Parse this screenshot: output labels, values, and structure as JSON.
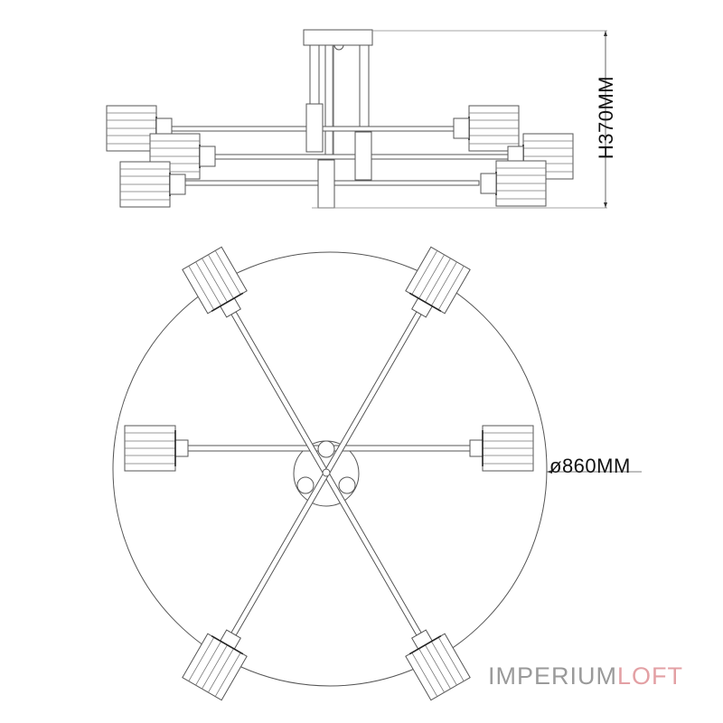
{
  "diagram": {
    "title": "Chandelier technical dimension drawing",
    "views": [
      "side-elevation",
      "top-plan"
    ],
    "arms_count": 6,
    "dimensions": {
      "height_label": "H370MM",
      "diameter_label": "ø860MM"
    },
    "brand": {
      "part1": "IMPERIUM",
      "part2": "LOFT",
      "part1_color": "#9a9a9a",
      "part2_color": "#e3a0a4"
    },
    "line_color": "#555555"
  }
}
